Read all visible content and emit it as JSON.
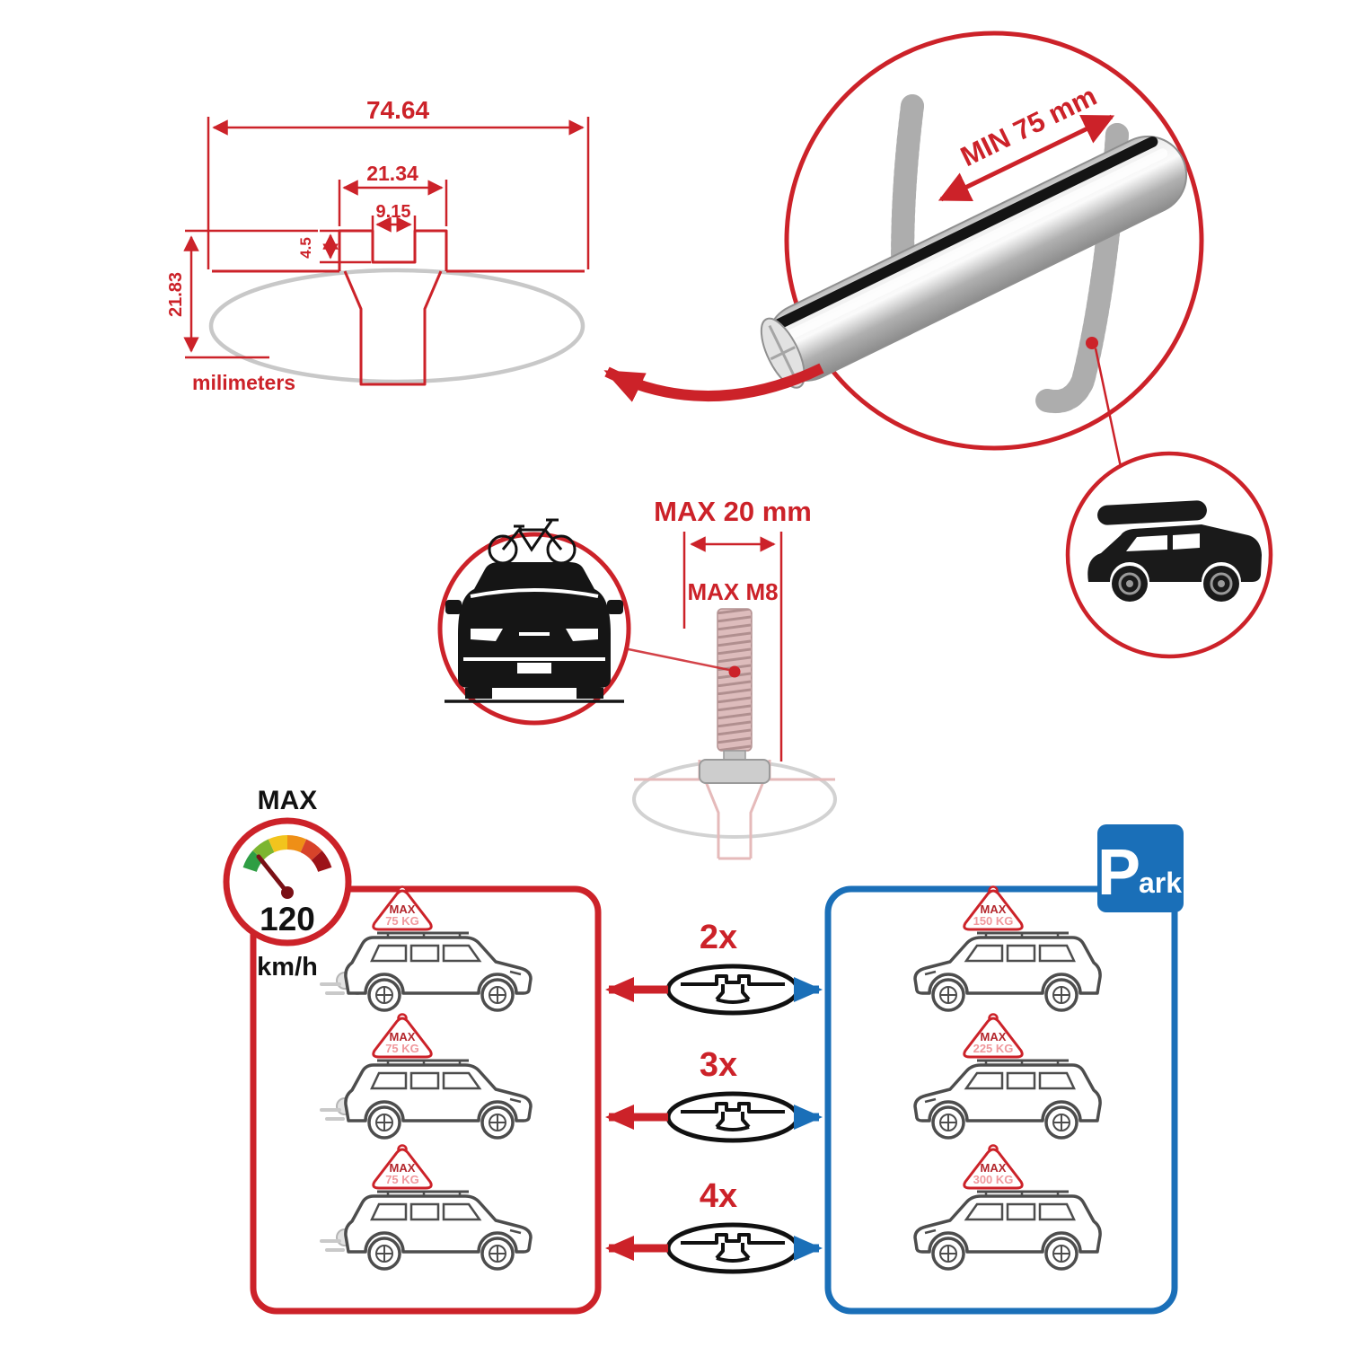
{
  "colors": {
    "accent_red": "#cc2229",
    "accent_blue": "#1a6fb8",
    "bar_metal": "#c9c9c9",
    "gauge_green": "#2f9e44",
    "gauge_yellow": "#f2c41d",
    "gauge_orange": "#ef8f16",
    "gauge_dark_red": "#9c1318"
  },
  "cross_section": {
    "total_width": "74.64",
    "channel_width": "21.34",
    "slot_width": "9.15",
    "lip_depth": "4.5",
    "profile_height": "21.83",
    "unit_label": "milimeters"
  },
  "bar_detail": {
    "min_span": "MIN 75 mm"
  },
  "bolt_detail": {
    "max_width": "MAX 20 mm",
    "max_thread": "MAX M8"
  },
  "speed_gauge": {
    "label": "MAX",
    "value": "120",
    "unit": "km/h"
  },
  "parking_sign": {
    "letter": "P",
    "suffix": "ark"
  },
  "load_rows": [
    {
      "qty": "2x",
      "driving": {
        "label": "MAX",
        "value": "75 KG"
      },
      "parked": {
        "label": "MAX",
        "value": "150 KG"
      }
    },
    {
      "qty": "3x",
      "driving": {
        "label": "MAX",
        "value": "75 KG"
      },
      "parked": {
        "label": "MAX",
        "value": "225 KG"
      }
    },
    {
      "qty": "4x",
      "driving": {
        "label": "MAX",
        "value": "75 KG"
      },
      "parked": {
        "label": "MAX",
        "value": "300 KG"
      }
    }
  ]
}
